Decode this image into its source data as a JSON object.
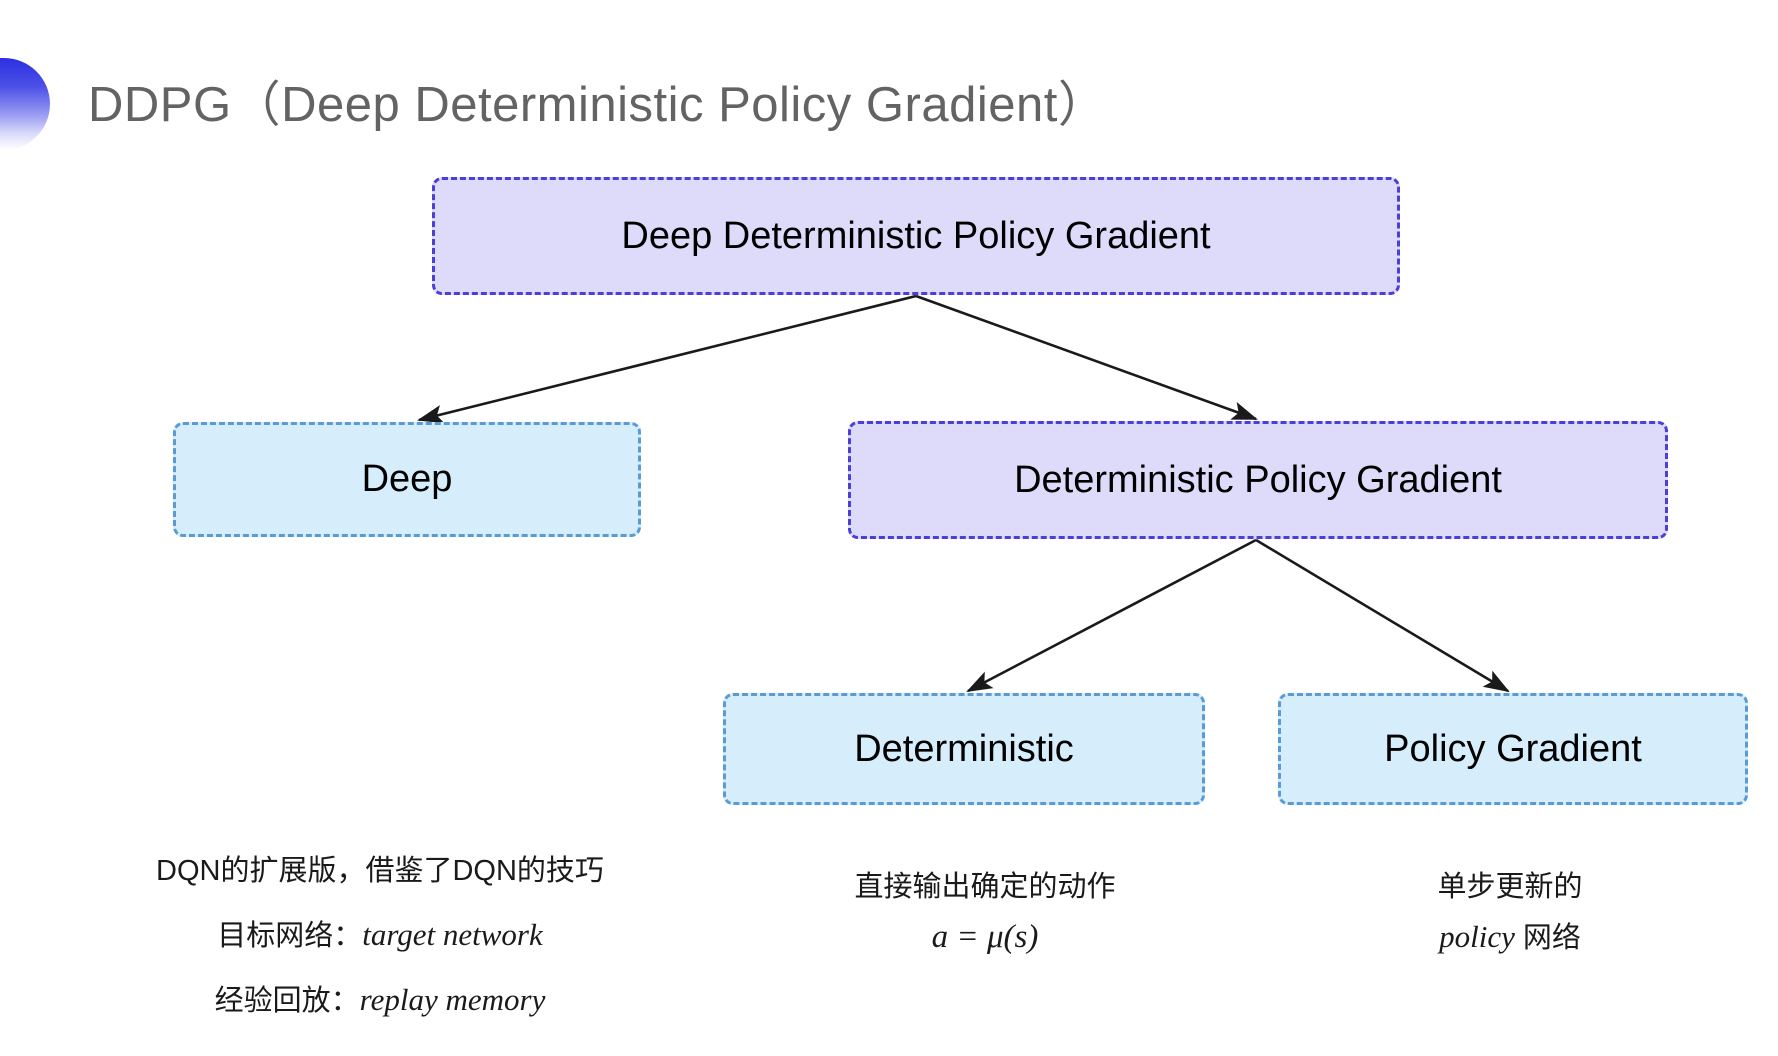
{
  "slide": {
    "title": "DDPG（Deep Deterministic Policy Gradient）",
    "background_color": "#ffffff",
    "title_color": "#636363",
    "accent_color": "#2b2fe0"
  },
  "colors": {
    "purple_fill": "#dedaf9",
    "purple_border": "#4b3fd8",
    "blue_fill": "#d6eefb",
    "blue_border": "#5b9bd5",
    "arrow_color": "#1a1a1a"
  },
  "diagram": {
    "nodes": [
      {
        "id": "root",
        "label": "Deep Deterministic Policy Gradient",
        "style": "purple"
      },
      {
        "id": "deep",
        "label": "Deep",
        "style": "blue"
      },
      {
        "id": "dpg",
        "label": "Deterministic Policy Gradient",
        "style": "purple"
      },
      {
        "id": "deterministic",
        "label": "Deterministic",
        "style": "blue"
      },
      {
        "id": "policy_gradient",
        "label": "Policy Gradient",
        "style": "blue"
      }
    ],
    "edges": [
      {
        "from": "root",
        "to": "deep"
      },
      {
        "from": "root",
        "to": "dpg"
      },
      {
        "from": "dpg",
        "to": "deterministic"
      },
      {
        "from": "dpg",
        "to": "policy_gradient"
      }
    ]
  },
  "captions": {
    "left": {
      "line1": "DQN的扩展版，借鉴了DQN的技巧",
      "line2_label": "目标网络：",
      "line2_term": "target network",
      "line3_label": "经验回放：",
      "line3_term": "replay memory"
    },
    "middle": {
      "line1": "直接输出确定的动作",
      "formula": "a = μ(s)"
    },
    "right": {
      "line1": "单步更新的",
      "line2_term": "policy",
      "line2_suffix": " 网络"
    }
  }
}
